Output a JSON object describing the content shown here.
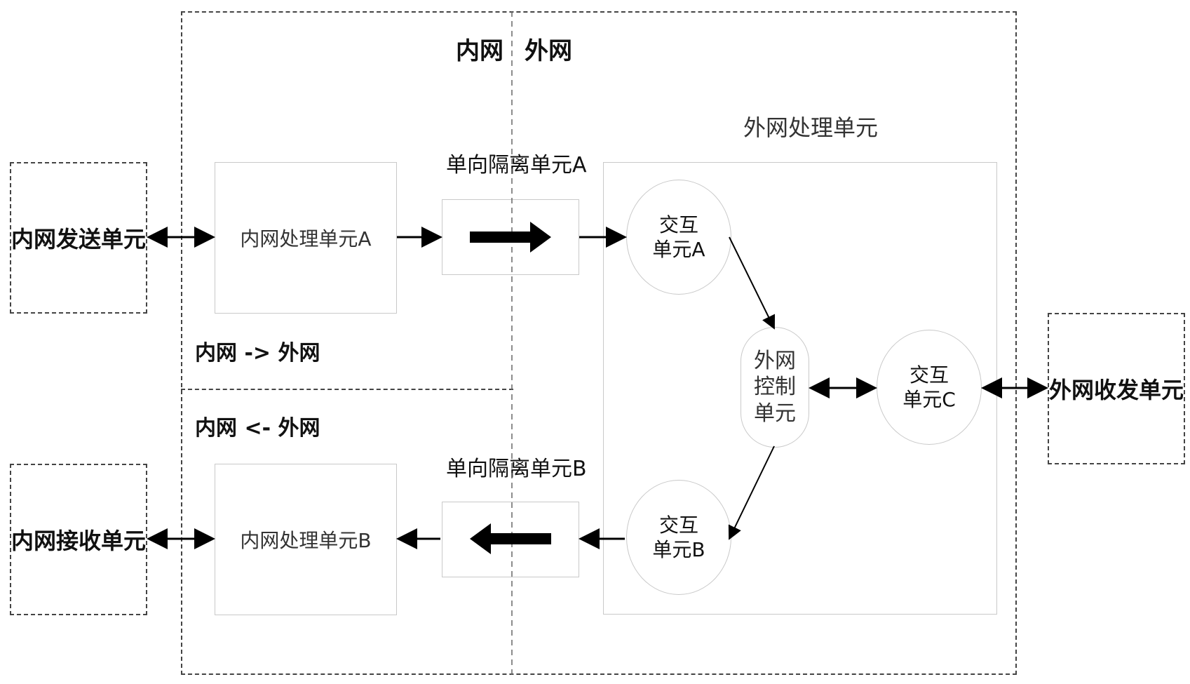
{
  "header": {
    "inner_label": "内网",
    "outer_label": "外网"
  },
  "external": {
    "inner_send": "内网发送单元",
    "inner_recv": "内网接收单元",
    "outer_transceiver": "外网收发单元"
  },
  "inner": {
    "proc_a": "内网处理单元A",
    "proc_b": "内网处理单元B",
    "dir_to_outer": "内网 -> 外网",
    "dir_to_inner": "内网 <- 外网"
  },
  "isolation": {
    "unit_a": "单向隔离单元A",
    "unit_b": "单向隔离单元B"
  },
  "outer_proc": {
    "title": "外网处理单元",
    "interact_a": "交互单元A",
    "interact_b": "交互单元B",
    "interact_c": "交互单元C",
    "control": "外网控制单元"
  },
  "colors": {
    "dashed_border": "#444444",
    "box_border": "#c9c9c9",
    "arrow": "#000000"
  }
}
